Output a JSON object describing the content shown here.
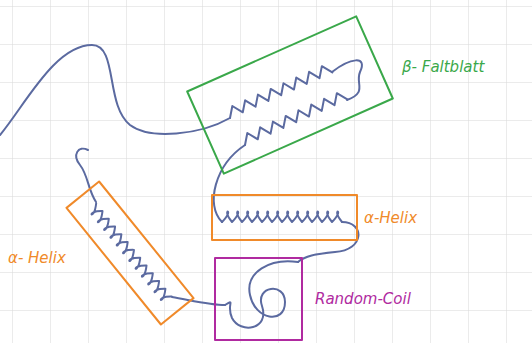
{
  "diagram": {
    "nodes": [
      {
        "text": [
          "β- Faltblatt"
        ]
      },
      {
        "text": [
          "α-Helix"
        ]
      },
      {
        "text": [
          "α- Helix"
        ]
      },
      {
        "text": [
          "Random-Coil"
        ]
      }
    ]
  }
}
